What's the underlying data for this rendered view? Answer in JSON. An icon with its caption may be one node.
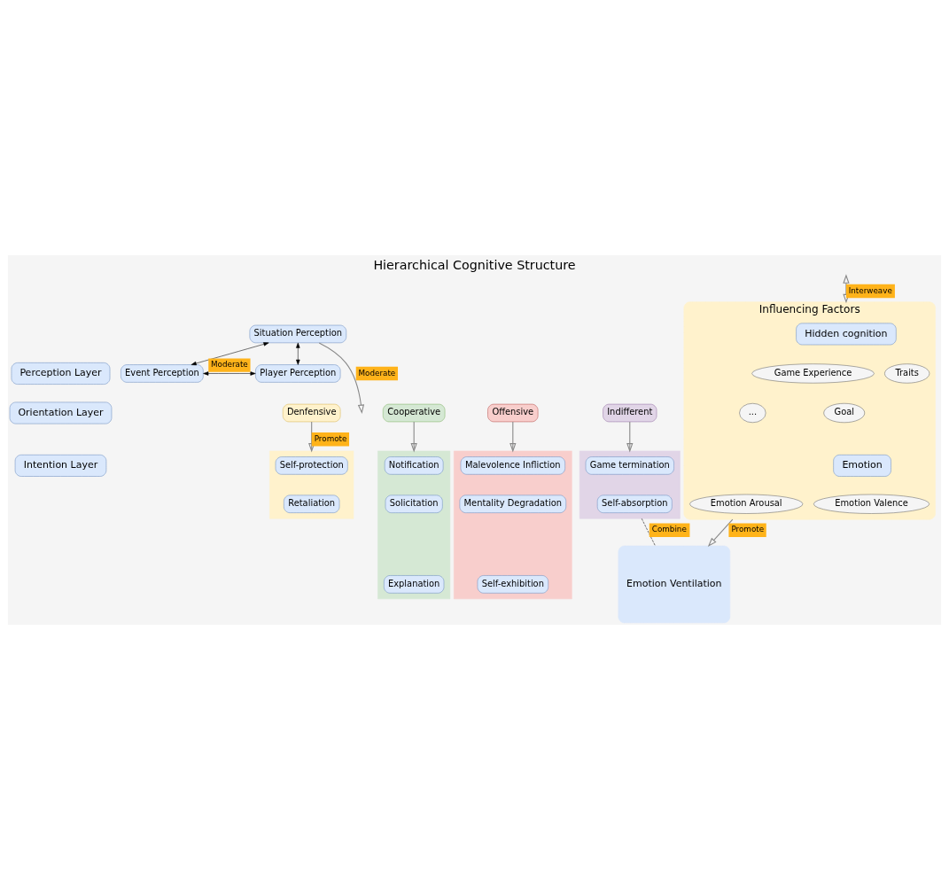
{
  "diagram": {
    "title": "Hierarchical Cognitive Structure",
    "nodes": [
      {
        "text": [
          "Perception Layer"
        ]
      },
      {
        "text": [
          "Situation Perception"
        ]
      },
      {
        "text": [
          "Event Perception"
        ]
      },
      {
        "text": [
          "Player Perception"
        ]
      },
      {
        "text": [
          "Orientation Layer"
        ]
      },
      {
        "text": [
          "Offensive"
        ]
      },
      {
        "text": [
          "Denfensive"
        ]
      },
      {
        "text": [
          "Cooperative"
        ]
      },
      {
        "text": [
          "Indifferent"
        ]
      },
      {
        "text": [
          "Intention Layer"
        ]
      },
      {
        "text": [],
        "shape": "bar"
      },
      {
        "text": [
          "Malevolence Infliction"
        ],
        "in": 10
      },
      {
        "text": [
          "Mentality Degradation"
        ],
        "in": 10
      },
      {
        "text": [
          "Self-exhibition"
        ],
        "in": 10
      },
      {
        "text": [],
        "shape": "bar"
      },
      {
        "text": [
          "Self-protection"
        ],
        "in": 14
      },
      {
        "text": [
          "Retaliation"
        ],
        "in": 14
      },
      {
        "text": [],
        "shape": "bar"
      },
      {
        "text": [
          "Notification"
        ],
        "in": 17
      },
      {
        "text": [
          "Solicitation"
        ],
        "in": 17
      },
      {
        "text": [
          "Explanation"
        ],
        "in": 17
      },
      {
        "text": [],
        "shape": "bar"
      },
      {
        "text": [
          "Game termination"
        ],
        "in": 21
      },
      {
        "text": [
          "Self-absorption"
        ],
        "in": 21
      },
      {
        "text": [
          "Influencing Factors"
        ]
      },
      {
        "text": [
          "Hidden cognition"
        ],
        "in": 24
      },
      {
        "text": [
          "Game Experience"
        ],
        "in": 24
      },
      {
        "text": [
          "Traits"
        ],
        "in": 24
      },
      {
        "text": [
          "Goal"
        ],
        "in": 24
      },
      {
        "text": [
          "..."
        ],
        "in": 24
      },
      {
        "text": [
          "Emotion"
        ],
        "in": 24
      },
      {
        "text": [
          "Emotion Valence"
        ],
        "in": 24
      },
      {
        "text": [
          "Emotion Arousal"
        ],
        "in": 24
      },
      {
        "text": [
          "Emotion Ventilation"
        ]
      }
    ],
    "edges": [
      {
        "from": 1,
        "to": 2,
        "arrow": "both",
        "color": "#000000"
      },
      {
        "from": 1,
        "to": 3,
        "arrow": "both",
        "color": "#000000"
      },
      {
        "from": 2,
        "to": 3,
        "arrow": "both",
        "label": "Moderate",
        "color": "#000000"
      },
      {
        "from": 1,
        "to": null,
        "arrow": "to",
        "label": "Moderate"
      },
      {
        "from": 5,
        "to": 10,
        "arrow": "to"
      },
      {
        "from": 6,
        "to": 14,
        "arrow": "to",
        "label": "Promote"
      },
      {
        "from": 7,
        "to": 17,
        "arrow": "to"
      },
      {
        "from": 8,
        "to": 21,
        "arrow": "to"
      },
      {
        "from": null,
        "to": 24,
        "arrow": "both",
        "label": "Interweave"
      },
      {
        "from": 24,
        "to": 33,
        "arrow": "to",
        "label": "Promote"
      },
      {
        "from": 21,
        "to": 33,
        "arrow": "none",
        "style": "dashed",
        "label": "Combine",
        "color": "#000000"
      }
    ]
  }
}
